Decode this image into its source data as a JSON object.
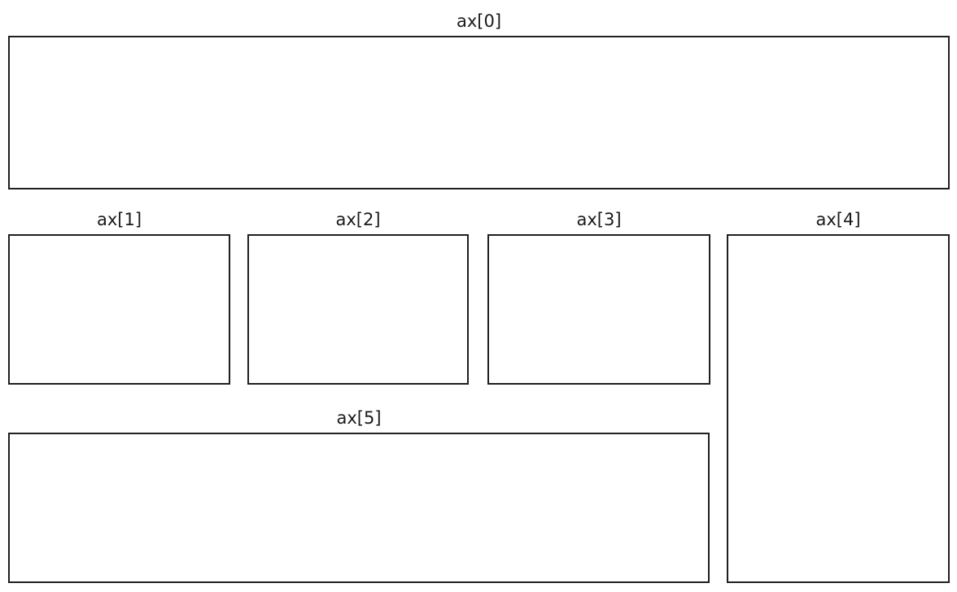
{
  "figure": {
    "background_color": "#ffffff",
    "spine_color": "#1f1f1f",
    "title_color": "#1a1a1a",
    "subplots": [
      {
        "index": 0,
        "title": "ax[0]",
        "grid": "row 1, columns 1-4 (full width)",
        "content": "empty axes, no ticks"
      },
      {
        "index": 1,
        "title": "ax[1]",
        "grid": "row 2, column 1",
        "content": "empty axes, no ticks"
      },
      {
        "index": 2,
        "title": "ax[2]",
        "grid": "row 2, column 2",
        "content": "empty axes, no ticks"
      },
      {
        "index": 3,
        "title": "ax[3]",
        "grid": "row 2, column 3",
        "content": "empty axes, no ticks"
      },
      {
        "index": 4,
        "title": "ax[4]",
        "grid": "rows 2-3, column 4 (tall)",
        "content": "empty axes, no ticks"
      },
      {
        "index": 5,
        "title": "ax[5]",
        "grid": "row 3, columns 1-3 (wide)",
        "content": "empty axes, no ticks"
      }
    ]
  }
}
